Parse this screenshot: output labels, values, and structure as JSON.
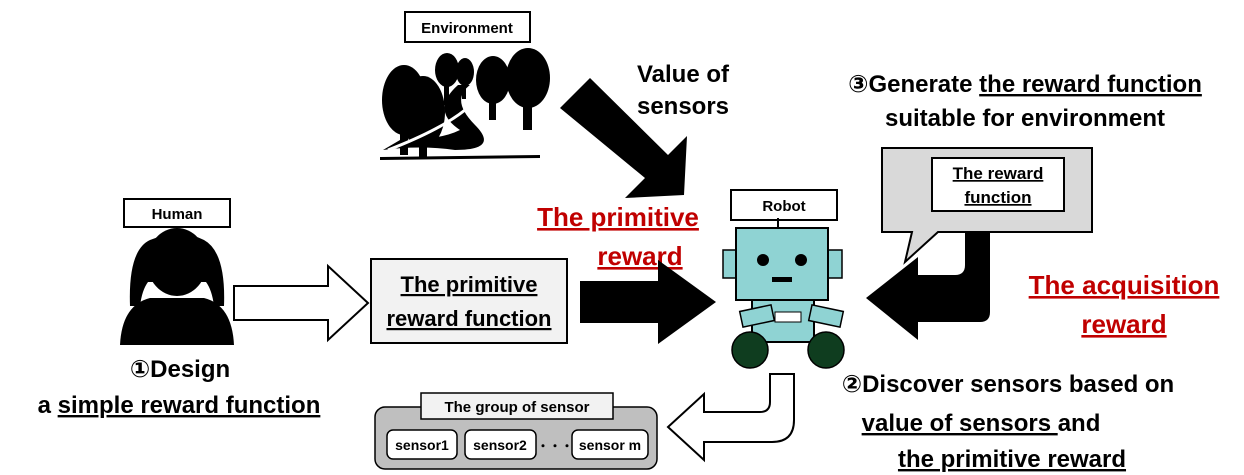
{
  "labels": {
    "environment": "Environment",
    "human": "Human",
    "robot": "Robot",
    "value_of_sensors_line1": "Value of",
    "value_of_sensors_line2": "sensors",
    "step3_prefix": "③Generate ",
    "step3_underlined": "the reward function",
    "step3_line2": "suitable for environment",
    "reward_function_line1": "The reward",
    "reward_function_line2": "function",
    "primitive_reward_line1": "The primitive",
    "primitive_reward_line2": "reward",
    "acquisition_reward_line1": "The acquisition",
    "acquisition_reward_line2": "reward",
    "primitive_function_line1": "The primitive",
    "primitive_function_line2": "reward function",
    "step1_line1": "①Design",
    "step1_prefix": "a ",
    "step1_underlined": "simple reward function",
    "step2_line1": "②Discover sensors based on",
    "step2_line2_underlined": "value of sensors ",
    "step2_line2_suffix": "and",
    "step2_line3_underlined": "the primitive reward",
    "sensor_group_title": "The group of sensor",
    "sensors": [
      "sensor1",
      "sensor2",
      "sensor m"
    ],
    "ellipsis": "・・・"
  },
  "colors": {
    "red_text": "#c00000",
    "robot_body": "#8fd3d3",
    "robot_wheels": "#0f3d1f",
    "label_box": "#f2f2f2",
    "sensor_group": "#bfbfbf"
  }
}
